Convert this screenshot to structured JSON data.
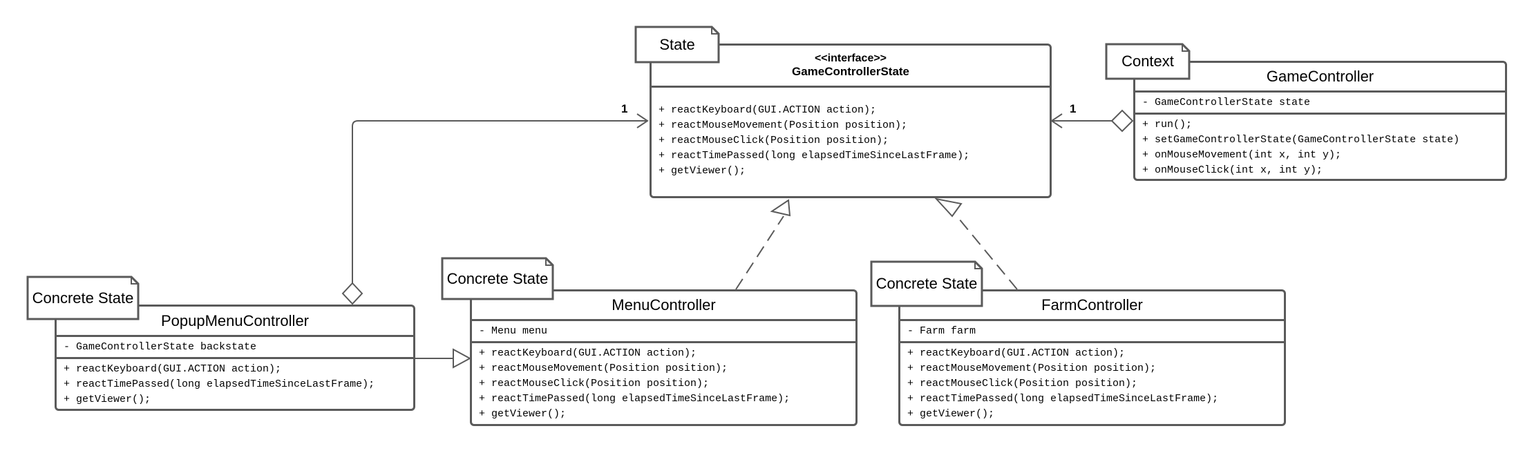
{
  "notes": {
    "state": "State",
    "context": "Context",
    "concrete_popup": "Concrete State",
    "concrete_menu": "Concrete State",
    "concrete_farm": "Concrete State"
  },
  "interface_class": {
    "stereotype": "<<interface>>",
    "name": "GameControllerState",
    "operations": [
      "+ reactKeyboard(GUI.ACTION action);",
      "+ reactMouseMovement(Position position);",
      "+ reactMouseClick(Position position);",
      "+ reactTimePassed(long elapsedTimeSinceLastFrame);",
      "+ getViewer();"
    ]
  },
  "game_controller": {
    "name": "GameController",
    "attributes": [
      "- GameControllerState state"
    ],
    "operations": [
      "+ run();",
      "+ setGameControllerState(GameControllerState state)",
      "+ onMouseMovement(int x, int y);",
      "+ onMouseClick(int x, int y);"
    ]
  },
  "popup_menu_controller": {
    "name": "PopupMenuController",
    "attributes": [
      "- GameControllerState backstate"
    ],
    "operations": [
      "+ reactKeyboard(GUI.ACTION action);",
      "+ reactTimePassed(long elapsedTimeSinceLastFrame);",
      "+ getViewer();"
    ]
  },
  "menu_controller": {
    "name": "MenuController",
    "attributes": [
      "- Menu menu"
    ],
    "operations": [
      "+ reactKeyboard(GUI.ACTION action);",
      "+ reactMouseMovement(Position position);",
      "+ reactMouseClick(Position position);",
      "+ reactTimePassed(long elapsedTimeSinceLastFrame);",
      "+ getViewer();"
    ]
  },
  "farm_controller": {
    "name": "FarmController",
    "attributes": [
      "- Farm farm"
    ],
    "operations": [
      "+ reactKeyboard(GUI.ACTION action);",
      "+ reactMouseMovement(Position position);",
      "+ reactMouseClick(Position position);",
      "+ reactTimePassed(long elapsedTimeSinceLastFrame);",
      "+ getViewer();"
    ]
  },
  "multiplicities": {
    "popup_to_state": "1",
    "context_to_state": "1"
  },
  "colors": {
    "stroke": "#5a5a5a",
    "background": "#ffffff"
  }
}
